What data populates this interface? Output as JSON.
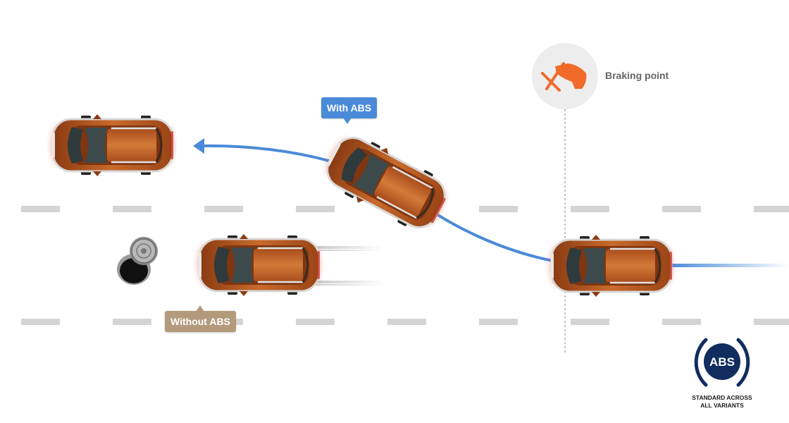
{
  "labels": {
    "with_abs": "With ABS",
    "without_abs": "Without ABS",
    "braking_point": "Braking point",
    "abs_badge": "ABS",
    "abs_caption_line1": "STANDARD ACROSS",
    "abs_caption_line2": "ALL VARIANTS"
  },
  "colors": {
    "with_abs": "#4a8ad8",
    "without_abs": "#b39a7d",
    "braking_icon": "#f06a2a",
    "abs_badge": "#102d5e",
    "car_body": "#b4551f",
    "path": "#4a8ad8"
  },
  "icons": {
    "braking_point": "brake-pedal-icon",
    "obstacle": "manhole-obstacle-icon",
    "abs_badge": "abs-warning-icon"
  }
}
